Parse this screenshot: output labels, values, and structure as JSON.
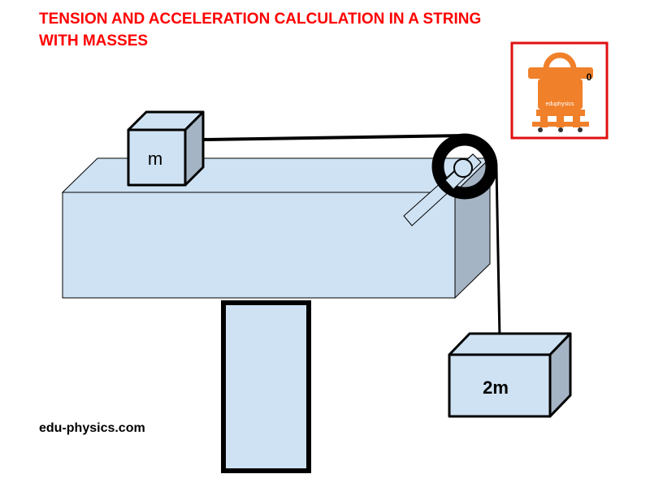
{
  "title": {
    "line1": "TENSION AND ACCELERATION CALCULATION IN A STRING",
    "line2": "WITH MASSES"
  },
  "logo": {
    "text": "eduphysics",
    "digit": "0",
    "color": "#f0802a",
    "border_color": "#e01010"
  },
  "blocks": {
    "top_mass_label": "m",
    "hanging_mass_label": "2m"
  },
  "colors": {
    "block_fill": "#cfe2f3",
    "block_side": "#a5b4c4",
    "outline": "#000000"
  },
  "footer": {
    "site": "edu-physics.com"
  }
}
